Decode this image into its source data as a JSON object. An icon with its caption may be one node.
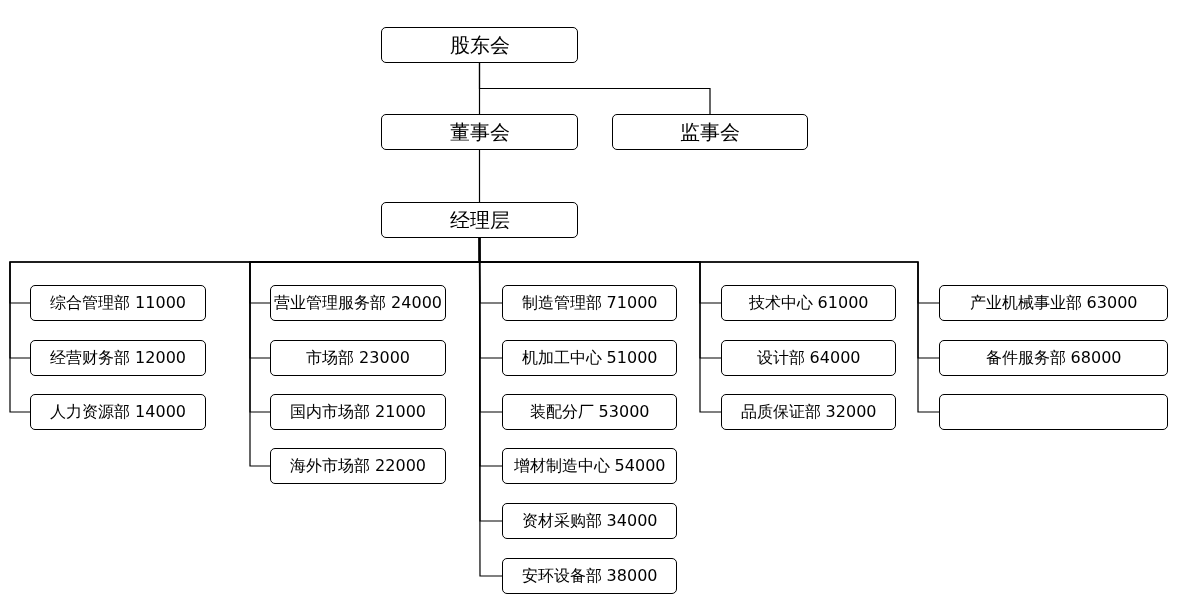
{
  "diagram": {
    "nodes": [
      {
        "text": [
          "股东会"
        ]
      },
      {
        "text": [
          "董事会"
        ]
      },
      {
        "text": [
          "监事会"
        ]
      },
      {
        "text": [
          "经理层"
        ]
      },
      {
        "text": [
          "综合管理部 11000"
        ]
      },
      {
        "text": [
          "经营财务部 12000"
        ]
      },
      {
        "text": [
          "人力资源部 14000"
        ]
      },
      {
        "text": [
          "营业管理服务部 24000"
        ]
      },
      {
        "text": [
          "市场部 23000"
        ]
      },
      {
        "text": [
          "国内市场部 21000"
        ]
      },
      {
        "text": [
          "海外市场部 22000"
        ]
      },
      {
        "text": [
          "制造管理部 71000"
        ]
      },
      {
        "text": [
          "机加工中心 51000"
        ]
      },
      {
        "text": [
          "装配分厂 53000"
        ]
      },
      {
        "text": [
          "增材制造中心 54000"
        ]
      },
      {
        "text": [
          "资材采购部 34000"
        ]
      },
      {
        "text": [
          "安环设备部 38000"
        ]
      },
      {
        "text": [
          "技术中心 61000"
        ]
      },
      {
        "text": [
          "设计部 64000"
        ]
      },
      {
        "text": [
          "品质保证部 32000"
        ]
      },
      {
        "text": [
          "产业机械事业部 63000"
        ]
      },
      {
        "text": [
          "备件服务部 68000"
        ]
      },
      {
        "text": [],
        "shape": "box"
      }
    ],
    "edges": [
      {
        "from": 0,
        "to": 1,
        "arrow": "none"
      },
      {
        "from": 0,
        "to": 2,
        "arrow": "none"
      },
      {
        "from": 1,
        "to": 3,
        "arrow": "none"
      },
      {
        "from": 3,
        "to": 4,
        "arrow": "none"
      },
      {
        "from": 3,
        "to": 5,
        "arrow": "none"
      },
      {
        "from": 3,
        "to": 6,
        "arrow": "none"
      },
      {
        "from": 3,
        "to": 7,
        "arrow": "none"
      },
      {
        "from": 3,
        "to": 8,
        "arrow": "none"
      },
      {
        "from": 3,
        "to": 9,
        "arrow": "none"
      },
      {
        "from": 3,
        "to": 10,
        "arrow": "none"
      },
      {
        "from": 3,
        "to": 11,
        "arrow": "none"
      },
      {
        "from": 3,
        "to": 12,
        "arrow": "none"
      },
      {
        "from": 3,
        "to": 13,
        "arrow": "none"
      },
      {
        "from": 3,
        "to": 14,
        "arrow": "none"
      },
      {
        "from": 3,
        "to": 15,
        "arrow": "none"
      },
      {
        "from": 3,
        "to": 16,
        "arrow": "none"
      },
      {
        "from": 3,
        "to": 17,
        "arrow": "none"
      },
      {
        "from": 3,
        "to": 18,
        "arrow": "none"
      },
      {
        "from": 3,
        "to": 19,
        "arrow": "none"
      },
      {
        "from": 3,
        "to": 20,
        "arrow": "none"
      },
      {
        "from": 3,
        "to": 21,
        "arrow": "none"
      },
      {
        "from": 3,
        "to": 22,
        "arrow": "none"
      }
    ]
  }
}
